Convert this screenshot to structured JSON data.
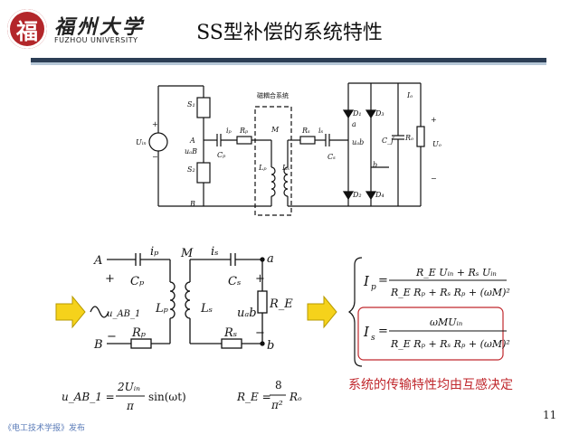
{
  "header": {
    "logo_char": "福",
    "university_cn": "福州大学",
    "university_en": "FUZHOU UNIVERSITY",
    "title": "SS型补偿的系统特性"
  },
  "top_circuit": {
    "coupling_box_label": "磁耦合系统",
    "labels": {
      "s1": "S₁",
      "s2": "S₂",
      "uin": "Uᵢₙ",
      "A": "A",
      "B": "B",
      "uab": "uₐB",
      "ip": "iₚ",
      "Rp": "Rₚ",
      "Cp": "Cₚ",
      "M": "M",
      "Lp": "Lₚ",
      "Ls": "Lₛ",
      "Rs": "Rₛ",
      "is": "iₛ",
      "Cs": "Cₛ",
      "a": "a",
      "b": "b",
      "uab_small": "uₐb",
      "D1": "D₁",
      "D2": "D₂",
      "D3": "D₃",
      "D4": "D₄",
      "Cf": "C_f",
      "Rw": "Rₒ",
      "Io": "Iₒ",
      "Uo": "Uₒ",
      "plus": "+",
      "minus": "−"
    }
  },
  "bottom_circuit": {
    "labels": {
      "A": "A",
      "B": "B",
      "plus": "+",
      "minus": "−",
      "ip": "iₚ",
      "M": "M",
      "is": "iₛ",
      "Cp": "Cₚ",
      "Cs": "Cₛ",
      "Lp": "Lₚ",
      "Ls": "Lₛ",
      "Rp": "Rₚ",
      "Rs": "Rₛ",
      "RE": "R_E",
      "uab": "uₐb",
      "uAB1": "u_AB_1",
      "a": "a",
      "b": "b"
    }
  },
  "formulas": {
    "ip_lhs": "I",
    "ip_sub": "p",
    "ip_num": "R_E Uᵢₙ + Rₛ Uᵢₙ",
    "ip_den": "R_E Rₚ + Rₛ Rₚ + (ωM)²",
    "is_lhs": "I",
    "is_sub": "s",
    "is_num": "ωMUᵢₙ",
    "is_den": "R_E Rₚ + Rₛ Rₚ + (ωM)²",
    "uab1_lhs": "u_AB_1 =",
    "uab1_num": "2Uᵢₙ",
    "uab1_den": "π",
    "uab1_rhs": "sin(ωt)",
    "re_lhs": "R_E =",
    "re_num": "8",
    "re_den": "π²",
    "re_rhs": "Rₒ"
  },
  "caption": "系统的传输特性均由互感决定",
  "page_number": "11",
  "watermark": "《电工技术学报》发布"
}
